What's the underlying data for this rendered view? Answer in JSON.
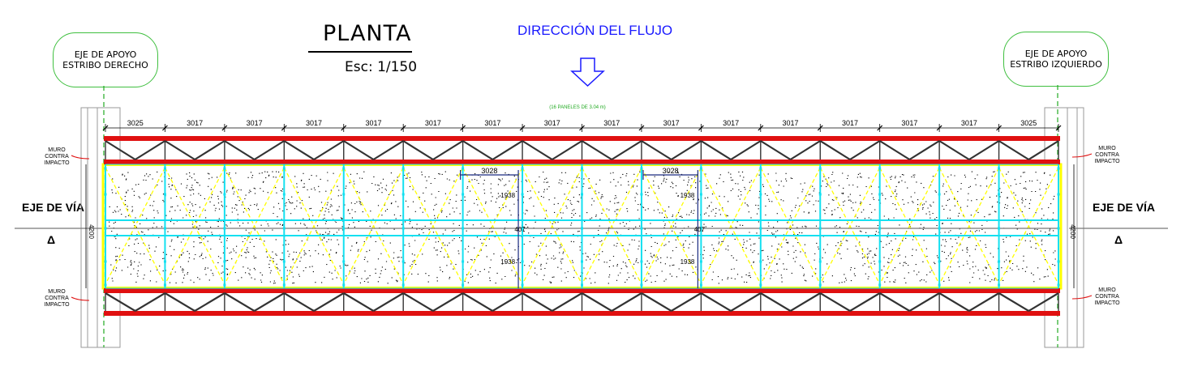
{
  "drawing": {
    "title": "PLANTA",
    "scale": "Esc: 1/150",
    "flow_label": "DIRECCIÓN DEL FLUJO",
    "panels_note": "(16 PANELES DE 3.04 m)",
    "abutment_left": {
      "line1": "EJE DE APOYO",
      "line2": "ESTRIBO DERECHO"
    },
    "abutment_right": {
      "line1": "EJE DE APOYO",
      "line2": "ESTRIBO IZQUIERDO"
    },
    "track_axis": "EJE DE VÍA",
    "delta_symbol": "Δ",
    "impact_wall": [
      "MURO",
      "CONTRA",
      "IMPACTO"
    ],
    "panel_dims": [
      "3025",
      "3017",
      "3017",
      "3017",
      "3017",
      "3017",
      "3017",
      "3017",
      "3017",
      "3017",
      "3017",
      "3017",
      "3017",
      "3017",
      "3017",
      "3025"
    ],
    "width_left": "4200",
    "width_right": "4200",
    "inner_dims": {
      "panel": "3028",
      "half_width": "1938",
      "offset": "407",
      "half_width_right_bottom": "1938"
    }
  },
  "colors": {
    "truss_red": "#e01010",
    "deck_yellow": "#ffff00",
    "cyan": "#14e0f0",
    "green": "#22aa22",
    "blue": "#1a1aff"
  }
}
